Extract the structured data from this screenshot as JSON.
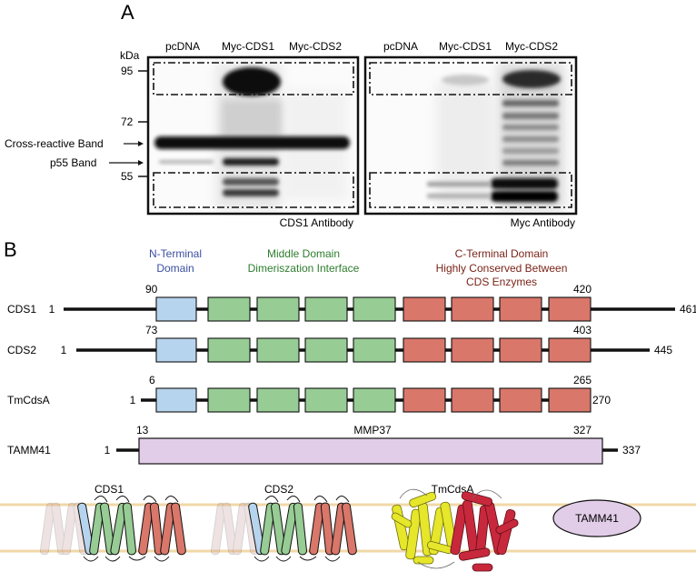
{
  "panel_a": {
    "label": "A",
    "kda_label": "kDa",
    "markers": [
      "95",
      "72",
      "55"
    ],
    "left_lanes": [
      "pcDNA",
      "Myc-CDS1",
      "Myc-CDS2"
    ],
    "right_lanes": [
      "pcDNA",
      "Myc-CDS1",
      "Myc-CDS2"
    ],
    "band_labels": [
      "Cross-reactive Band",
      "p55 Band"
    ],
    "left_antibody": "CDS1 Antibody",
    "right_antibody": "Myc Antibody"
  },
  "panel_b": {
    "label": "B",
    "domain_headers": {
      "n_terminal": [
        "N-Terminal",
        "Domain"
      ],
      "middle": [
        "Middle Domain",
        "Dimeriszation Interface"
      ],
      "c_terminal": [
        "C-Terminal Domain",
        "Highly Conserved Between",
        "CDS Enzymes"
      ]
    },
    "colors": {
      "n_terminal": "#b7d4ee",
      "middle": "#97cc95",
      "c_terminal": "#d9776a",
      "mmp37": "#e2cde9",
      "n_text": "#3a4fa0",
      "mid_text": "#2e7d2e",
      "c_text": "#7a2418",
      "helix_yellow": "#e6e62a",
      "helix_red": "#c8283c"
    },
    "proteins": [
      {
        "name": "CDS1",
        "start": "1",
        "end": "461",
        "domain_start": "90",
        "domain_end": "420"
      },
      {
        "name": "CDS2",
        "start": "1",
        "end": "445",
        "domain_start": "73",
        "domain_end": "403"
      },
      {
        "name": "TmCdsA",
        "start": "1",
        "end": "270",
        "domain_start": "6",
        "domain_end": "265"
      },
      {
        "name": "TAMM41",
        "start": "1",
        "end": "337",
        "domain_start": "13",
        "domain_end": "327",
        "domain_label": "MMP37"
      }
    ],
    "structures": [
      "CDS1",
      "CDS2",
      "TmCdsA",
      "TAMM41"
    ]
  }
}
